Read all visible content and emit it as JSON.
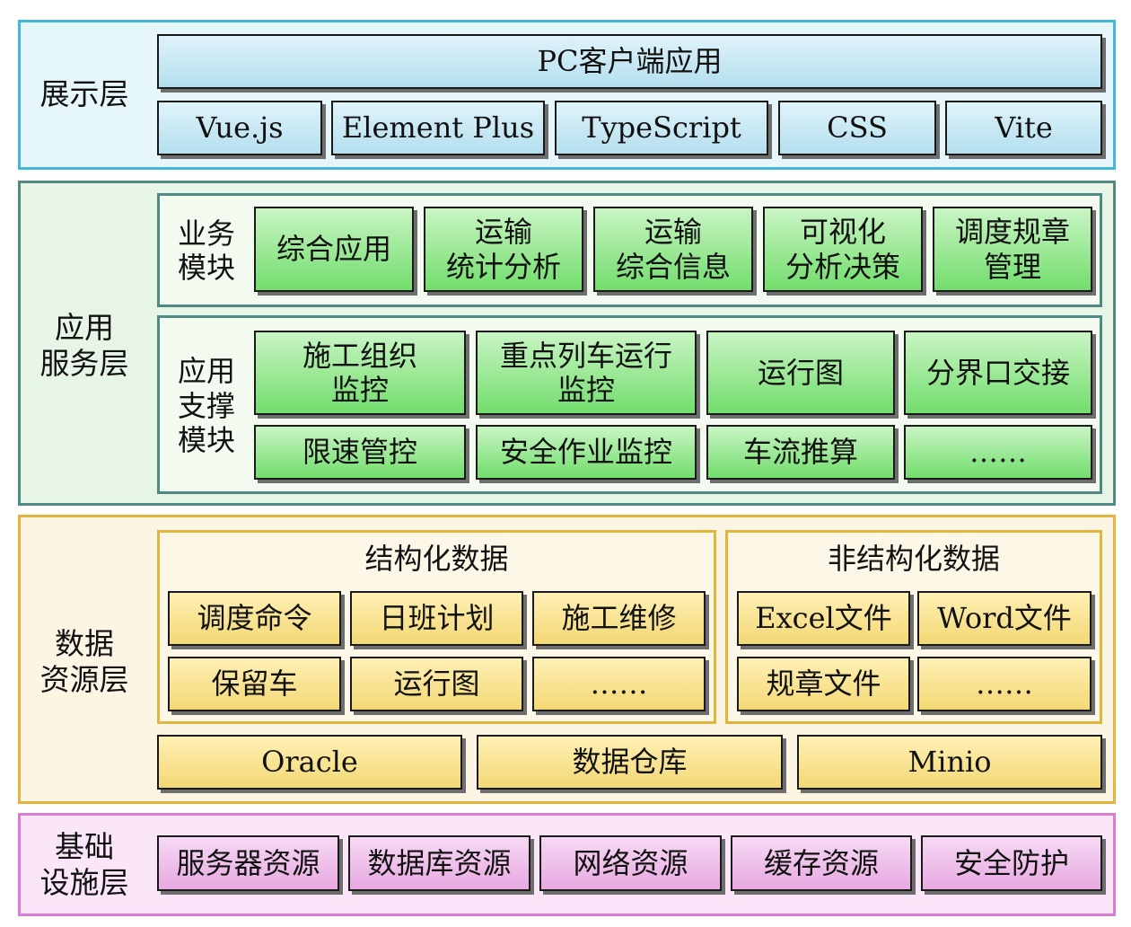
{
  "display_layer": {
    "label": "展示层",
    "top_box": "PC客户端应用",
    "techs": [
      "Vue.js",
      "Element Plus",
      "TypeScript",
      "CSS",
      "Vite"
    ]
  },
  "app_layer": {
    "label": "应用\n服务层",
    "business": {
      "label": "业务\n模块",
      "items": [
        "综合应用",
        "运输\n统计分析",
        "运输\n综合信息",
        "可视化\n分析决策",
        "调度规章\n管理"
      ]
    },
    "support": {
      "label": "应用\n支撑\n模块",
      "items": [
        "施工组织\n监控",
        "重点列车运行\n监控",
        "运行图",
        "分界口交接",
        "限速管控",
        "安全作业监控",
        "车流推算",
        "……"
      ]
    }
  },
  "data_layer": {
    "label": "数据\n资源层",
    "structured": {
      "title": "结构化数据",
      "items": [
        "调度命令",
        "日班计划",
        "施工维修",
        "保留车",
        "运行图",
        "……"
      ]
    },
    "unstructured": {
      "title": "非结构化数据",
      "items": [
        "Excel文件",
        "Word文件",
        "规章文件",
        "……"
      ]
    },
    "stores": [
      "Oracle",
      "数据仓库",
      "Minio"
    ]
  },
  "infra_layer": {
    "label": "基础\n设施层",
    "items": [
      "服务器资源",
      "数据库资源",
      "网络资源",
      "缓存资源",
      "安全防护"
    ]
  }
}
